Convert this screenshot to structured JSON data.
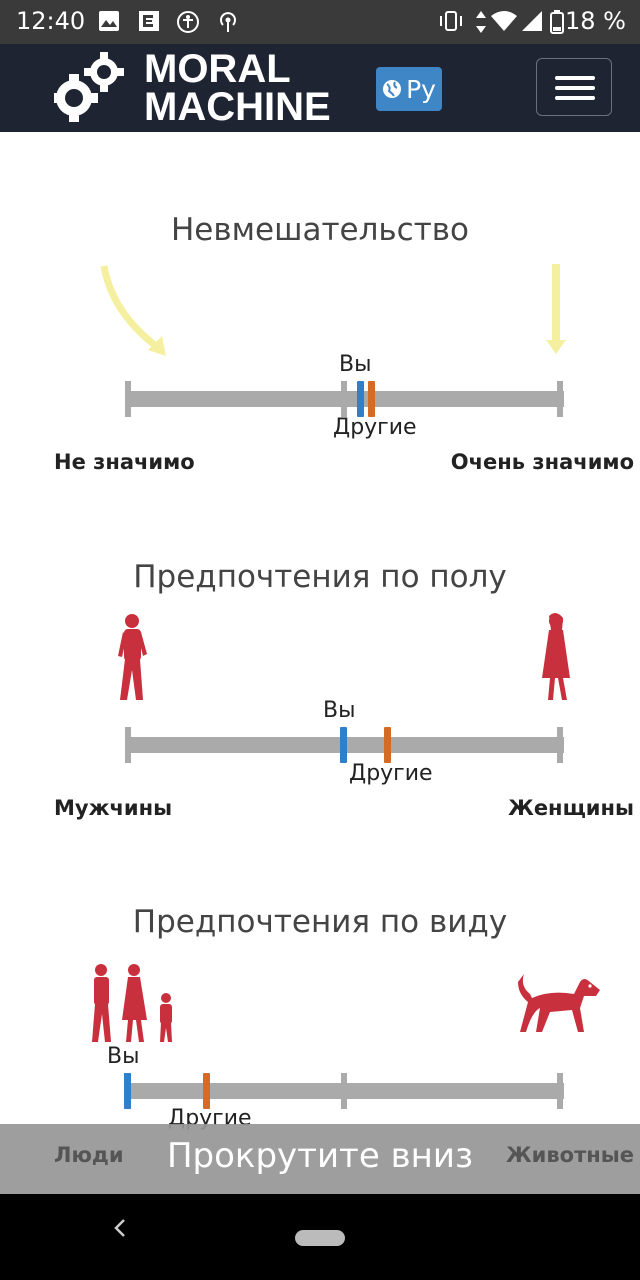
{
  "status_bar": {
    "time": "12:40",
    "battery": "18 %"
  },
  "header": {
    "brand_line1": "MORAL",
    "brand_line2": "MACHINE",
    "language_label": "Ру"
  },
  "sections": [
    {
      "title": "Невмешательство",
      "you_label": "Вы",
      "others_label": "Другие",
      "left_label": "Не значимо",
      "right_label": "Очень значимо",
      "you_value": 0.54,
      "others_value": 0.56
    },
    {
      "title": "Предпочтения по полу",
      "you_label": "Вы",
      "others_label": "Другие",
      "left_label": "Мужчины",
      "right_label": "Женщины",
      "you_value": 0.5,
      "others_value": 0.6
    },
    {
      "title": "Предпочтения по виду",
      "you_label": "Вы",
      "others_label": "Другие",
      "left_label": "Люди",
      "right_label": "Животные",
      "you_value": 0.0,
      "others_value": 0.18
    }
  ],
  "bottom_bar": {
    "cta": "Прокрутите вниз"
  },
  "colors": {
    "you": "#2f7fc9",
    "others": "#d86b23",
    "figure": "#c9303d",
    "arrow": "#f5f0a0"
  }
}
